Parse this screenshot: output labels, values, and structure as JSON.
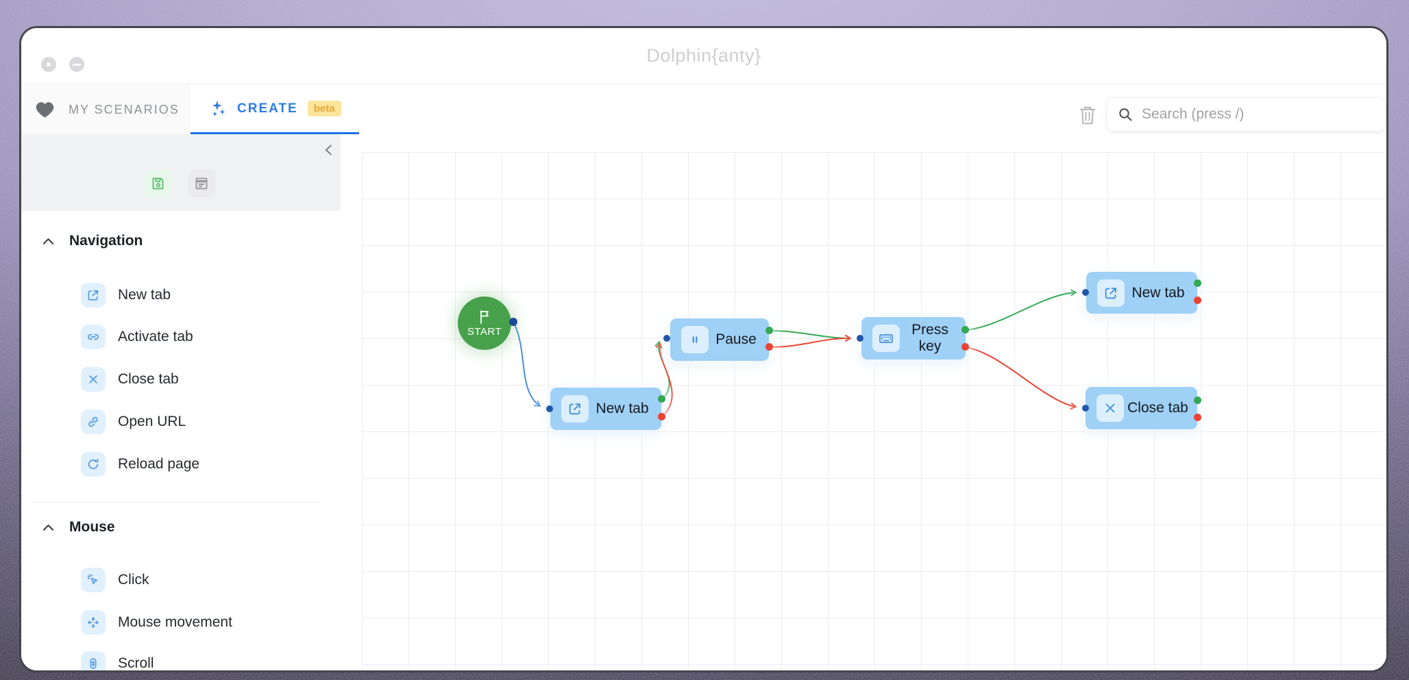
{
  "window": {
    "title": "Dolphin{anty}",
    "controls": [
      "back",
      "minimize"
    ]
  },
  "tabs": {
    "my_scenarios": "MY SCENARIOS",
    "create": "CREATE",
    "beta_badge": "beta"
  },
  "toolbar": {
    "search_placeholder": "Search (press /)",
    "trash_icon": "trash-icon",
    "search_icon": "search-icon"
  },
  "sidebar": {
    "header_buttons": [
      {
        "icon": "save-icon",
        "color": "#5abb6b"
      },
      {
        "icon": "form-icon",
        "color": "#97979d"
      }
    ],
    "collapse_icon": "chevron-left-icon",
    "sections": [
      {
        "title": "Navigation",
        "items": [
          {
            "label": "New tab",
            "icon": "new-tab-icon"
          },
          {
            "label": "Activate tab",
            "icon": "activate-tab-icon"
          },
          {
            "label": "Close tab",
            "icon": "close-tab-icon"
          },
          {
            "label": "Open URL",
            "icon": "open-url-icon"
          },
          {
            "label": "Reload page",
            "icon": "reload-icon"
          }
        ]
      },
      {
        "title": "Mouse",
        "items": [
          {
            "label": "Click",
            "icon": "click-icon"
          },
          {
            "label": "Mouse movement",
            "icon": "mouse-move-icon"
          },
          {
            "label": "Scroll",
            "icon": "scroll-icon"
          }
        ]
      }
    ]
  },
  "canvas": {
    "start_label": "START",
    "nodes": [
      {
        "id": "new-tab-1",
        "label": "New tab",
        "icon": "new-tab-icon"
      },
      {
        "id": "pause",
        "label": "Pause",
        "icon": "pause-icon"
      },
      {
        "id": "press-key",
        "label": "Press key",
        "icon": "keyboard-icon"
      },
      {
        "id": "new-tab-2",
        "label": "New tab",
        "icon": "new-tab-icon"
      },
      {
        "id": "close-tab",
        "label": "Close tab",
        "icon": "close-tab-icon"
      }
    ],
    "edges": [
      {
        "from": "start",
        "to": "new-tab-1",
        "type": "start"
      },
      {
        "from": "new-tab-1:success",
        "to": "pause",
        "type": "success"
      },
      {
        "from": "new-tab-1:error",
        "to": "pause",
        "type": "error"
      },
      {
        "from": "pause:success",
        "to": "press-key",
        "type": "success"
      },
      {
        "from": "pause:error",
        "to": "press-key",
        "type": "error"
      },
      {
        "from": "press-key:success",
        "to": "new-tab-2",
        "type": "success"
      },
      {
        "from": "press-key:error",
        "to": "close-tab",
        "type": "error"
      }
    ],
    "colors": {
      "success": "#34a853",
      "error": "#ea4335",
      "start_edge": "#4a90d9",
      "node_bg": "#9fd0f6",
      "start_bg": "#47a14b",
      "input_port": "#2057a7"
    }
  }
}
